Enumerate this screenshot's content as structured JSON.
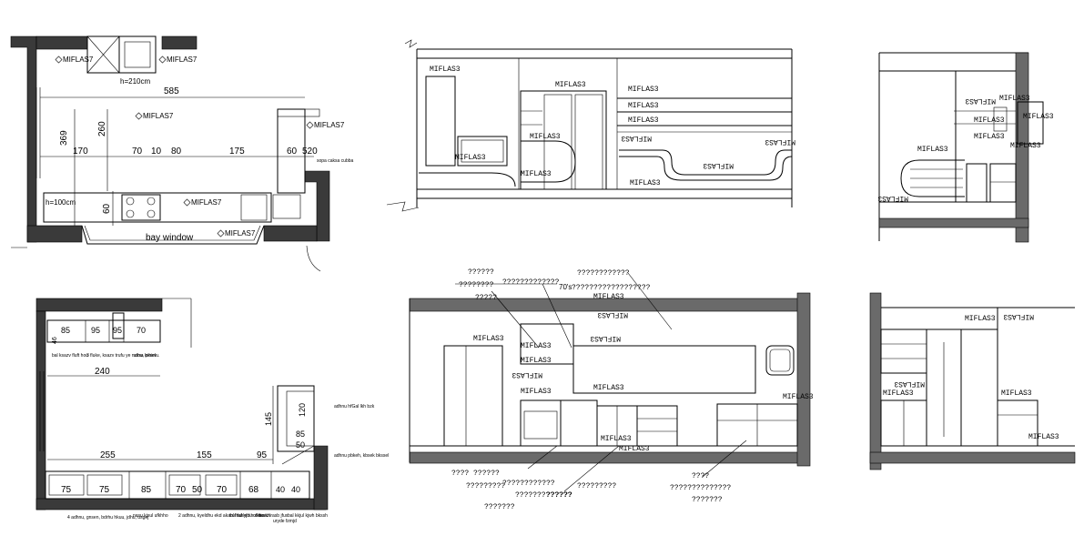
{
  "plan_top": {
    "tags": [
      "MIFLAS7",
      "MIFLAS7",
      "MIFLAS7",
      "MIFLAS7",
      "MIFLAS7",
      "MIFLAS7"
    ],
    "height_note": "h=210cm",
    "dims": {
      "overall": "585",
      "d369": "369",
      "d260": "260",
      "d170": "170",
      "d70": "70",
      "d10": "10",
      "d80": "80",
      "d175": "175",
      "d60": "60",
      "d520": "520",
      "d60v": "60"
    },
    "h100": "h=100cm",
    "bay_window": "bay window",
    "side_note": "sopa caksa cubba"
  },
  "plan_bottom": {
    "top_dims": [
      "85",
      "95",
      "95",
      "70"
    ],
    "d46": "46",
    "d240": "240",
    "right_dims": [
      "145",
      "120",
      "85",
      "50"
    ],
    "bottom_dims": [
      "255",
      "155",
      "95"
    ],
    "small_dims": [
      "40",
      "40"
    ],
    "modules": [
      "75",
      "75",
      "85",
      "70",
      "50",
      "70",
      "68"
    ],
    "top_notes": [
      "bal ksazv fluft hoo",
      "3 fluke, ksazv trufu ye nzlhu, pihielu.",
      "sasa kvsev"
    ],
    "right_notes": [
      "adhnu hfGal lkh bzk",
      "adhnu pbkeh, kbsek bkssel"
    ],
    "bottom_notes": [
      "4 adhnu, gnsen, bdrhu hkuu, jdhu, usgej",
      "nasu kjsul ufkhho",
      "2 adhnu, kyeldhu ekd akabl fnul yjd hoshio",
      "trul fahlehu ufkh vkh",
      "nasu lrasb jfux",
      "uryde fzmjd",
      "bal kkjul kjwh bkssh"
    ]
  },
  "elev_top_left": {
    "tags": [
      "MIFLAS3",
      "MIFLAS3",
      "MIFLAS3",
      "MIFLAS3",
      "MIFLAS3",
      "MIFLAS3",
      "MIFLAS3",
      "MIFLAS3",
      "MIFLAS3",
      "MIFLAS3",
      "MIFLAS3",
      "MIFLAS3"
    ]
  },
  "elev_top_right": {
    "tags": [
      "MIFLAS3",
      "MIFLAS3",
      "MIFLAS3",
      "MIFLAS3",
      "MIFLAS3",
      "MIFLAS3",
      "MIFLAS3",
      "MIFLAS3"
    ]
  },
  "elev_bottom_mid": {
    "question_notes": [
      "??????",
      "????????",
      "?????",
      "?????????????",
      "????????????",
      "??????????????????",
      "?????????",
      "???? ??????",
      "???????",
      "????",
      "??????",
      "????????????",
      "?????????",
      "?????????????",
      "??????????????",
      "???????"
    ],
    "note_70s": "70's",
    "tags": [
      "MIFLAS3",
      "MIFLAS3",
      "MIFLAS3",
      "MIFLAS3",
      "MIFLAS3",
      "MIFLAS3",
      "MIFLAS3",
      "MIFLAS3",
      "MIFLAS3",
      "MIFLAS3",
      "MIFLAS3",
      "MIFLAS3"
    ]
  },
  "elev_bottom_right": {
    "tags": [
      "MIFLAS3",
      "MIFLAS3",
      "MIFLAS3",
      "MIFLAS3",
      "MIFLAS3",
      "MIFLAS3"
    ]
  }
}
